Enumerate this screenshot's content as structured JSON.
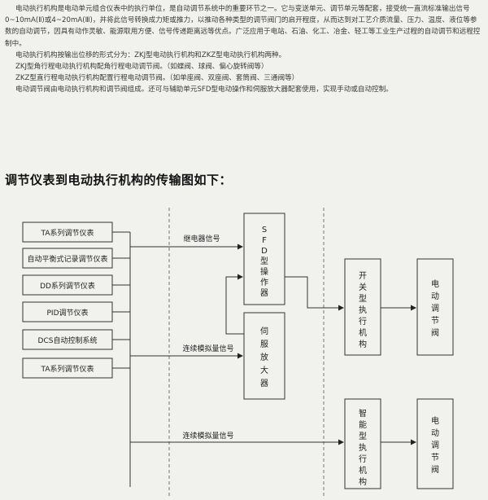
{
  "intro": {
    "p1": "电动执行机构是电动单元组合仪表中的执行单位，是自动调节系统中的重要环节之一。它与变送单元、调节单元等配套，接受统一直流标准输出信号0~10mA(Ⅱ)或4~20mA(Ⅲ)，并将此信号转换成力矩或推力，以推动各种类型的调节阀门的启开程度，从而达到对工艺介质流量、压力、温度、液位等参数的自动调节，因具有动作灵敏、能源取用方便、信号传递距离远等优点。广泛应用于电站、石油、化工、冶金、轻工等工业生产过程的自动调节和远程控制中。",
    "p2": "电动执行机构按输出位移的形式分为：ZKJ型电动执行机构和ZKZ型电动执行机构两种。",
    "p3": "ZKJ型角行程电动执行机构配角行程电动调节阀。（如蝶阀、球阀、偏心旋转阀等）",
    "p4": "ZKZ型直行程电动执行机构配置行程电动调节阀。（如单座阀、双座阀、套筒阀、三通阀等）",
    "p5": "电动调节阀由电动执行机构和调节阀组成。还可与辅助单元SFD型电动操作和伺服放大器配套使用，实现手动或自动控制。"
  },
  "heading": "调节仪表到电动执行机构的传输图如下：",
  "diagram": {
    "instruments": [
      "TA系列调节仪表",
      "自动平衡式记录调节仪表",
      "DD系列调节仪表",
      "PID调节仪表",
      "DCS自动控制系统",
      "TA系列调节仪表"
    ],
    "signal_relay": "继电器信号",
    "signal_analog_1": "连续模拟量信号",
    "signal_analog_2": "连续模拟量信号",
    "sfd_operator": [
      "S",
      "F",
      "D",
      "型",
      "操",
      "作",
      "器"
    ],
    "servo_amp": [
      "伺",
      "服",
      "放",
      "大",
      "器"
    ],
    "switch_actuator": [
      "开",
      "关",
      "型",
      "执",
      "行",
      "机",
      "构"
    ],
    "smart_actuator": [
      "智",
      "能",
      "型",
      "执",
      "行",
      "机",
      "构"
    ],
    "valve_1": [
      "电",
      "动",
      "调",
      "节",
      "阀"
    ],
    "valve_2": [
      "电",
      "动",
      "调",
      "节",
      "阀"
    ]
  }
}
